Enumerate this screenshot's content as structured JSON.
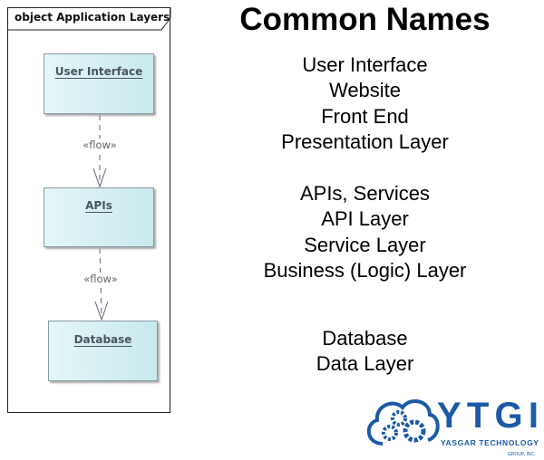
{
  "diagram": {
    "frame_title": "object Application Layers",
    "nodes": [
      {
        "label": "User Interface"
      },
      {
        "label": "APIs"
      },
      {
        "label": "Database"
      }
    ],
    "edges": [
      {
        "from": "User Interface",
        "to": "APIs",
        "label": "«flow»"
      },
      {
        "from": "APIs",
        "to": "Database",
        "label": "«flow»"
      }
    ]
  },
  "names": {
    "heading": "Common Names",
    "groups": [
      [
        "User Interface",
        "Website",
        "Front End",
        "Presentation Layer"
      ],
      [
        "APIs, Services",
        "API Layer",
        "Service Layer",
        "Business (Logic) Layer"
      ],
      [
        "Database",
        "Data Layer"
      ]
    ]
  },
  "logo": {
    "text": "YTGI",
    "subtitle": "YASGAR TECHNOLOGY",
    "subtitle2": "GROUP, INC.",
    "color": "#1c5aa8"
  }
}
